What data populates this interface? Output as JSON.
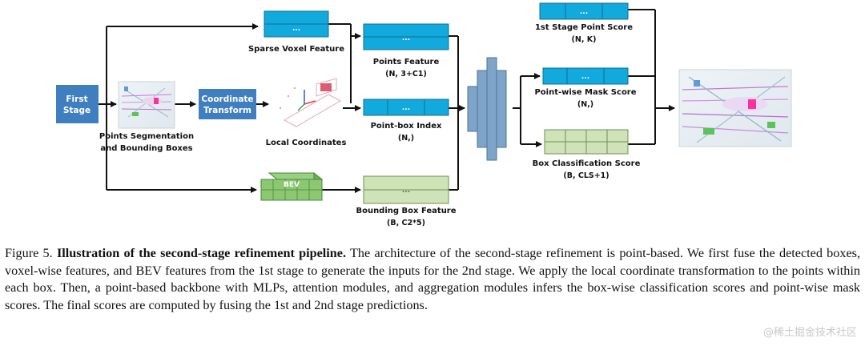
{
  "diagram": {
    "first_stage": "First Stage",
    "coordinate_transform": "Coordinate Transform",
    "points_segmentation": "Points Segmentation and Bounding Boxes",
    "local_coordinates": "Local Coordinates",
    "sparse_voxel_feature": "Sparse Voxel Feature",
    "points_feature": "Points Feature",
    "points_feature_shape": "(N, 3+C1)",
    "point_box_index": "Point-box Index",
    "point_box_index_shape": "(N,)",
    "bev": "BEV",
    "bounding_box_feature": "Bounding Box Feature",
    "bounding_box_feature_shape": "(B, C2*5)",
    "first_stage_point_score": "1st Stage Point Score",
    "first_stage_point_score_shape": "(N, K)",
    "point_wise_mask_score": "Point-wise Mask Score",
    "point_wise_mask_score_shape": "(N,)",
    "box_classification_score": "Box Classification Score",
    "box_classification_score_shape": "(B, CLS+1)",
    "ellipsis": "...",
    "colors": {
      "blue_box": "#3f7fbf",
      "cyan_feature": "#12a9dd",
      "green_feature": "#cfe3b8",
      "network": "#7ea4c9"
    }
  },
  "caption": {
    "label": "Figure 5.",
    "title": "Illustration of the second-stage refinement pipeline.",
    "body": "The architecture of the second-stage refinement is point-based. We first fuse the detected boxes, voxel-wise features, and BEV features from the 1st stage to generate the inputs for the 2nd stage. We apply the local coordinate transformation to the points within each box. Then, a point-based backbone with MLPs, attention modules, and aggregation modules infers the box-wise classification scores and point-wise mask scores. The final scores are computed by fusing the 1st and 2nd stage predictions."
  },
  "watermark": "@稀土掘金技术社区"
}
